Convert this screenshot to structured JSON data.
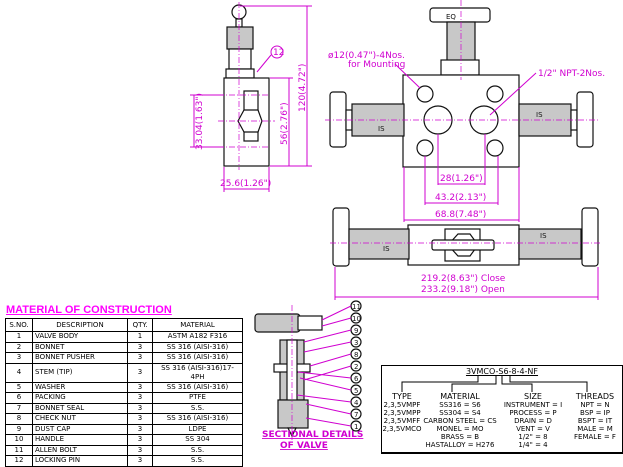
{
  "side_view": {
    "dim_height_total": "120(4.72\")",
    "dim_height_body": "56(2.76\")",
    "dim_port": "33.04(1.63\")",
    "dim_width": "25.6(1.26\")",
    "callout": "12"
  },
  "front_view": {
    "handle_label": "EQ",
    "mounting_note_1": "ø12(0.47\")-4Nos.",
    "mounting_note_2": "for Mounting",
    "npt_note": "1/2\" NPT-2Nos.",
    "is_left": "IS",
    "is_right": "IS",
    "dim_1": "28(1.26\")",
    "dim_2": "43.2(2.13\")",
    "dim_3": "68.8(7.48\")"
  },
  "bottom_view": {
    "is_left": "IS",
    "is_right": "IS",
    "dim_close": "219.2(8.63\")  Close",
    "dim_open": "233.2(9.18\")  Open"
  },
  "section": {
    "title_1": "SECTIONAL DETAILS",
    "title_2": "OF VALVE",
    "callouts": [
      "11",
      "10",
      "9",
      "3",
      "8",
      "2",
      "6",
      "5",
      "4",
      "7",
      "1"
    ]
  },
  "materials": {
    "title": "MATERIAL OF CONSTRUCTION",
    "headers": [
      "S.NO.",
      "DESCRIPTION",
      "QTY.",
      "MATERIAL"
    ],
    "rows": [
      [
        "1",
        "VALVE BODY",
        "1",
        "ASTM A182 F316"
      ],
      [
        "2",
        "BONNET",
        "3",
        "SS 316 (AISI-316)"
      ],
      [
        "3",
        "BONNET PUSHER",
        "3",
        "SS 316 (AISI-316)"
      ],
      [
        "4",
        "STEM (TIP)",
        "3",
        "SS 316 (AISI-316)17-4PH"
      ],
      [
        "5",
        "WASHER",
        "3",
        "SS 316 (AISI-316)"
      ],
      [
        "6",
        "PACKING",
        "3",
        "PTFE"
      ],
      [
        "7",
        "BONNET SEAL",
        "3",
        "S.S."
      ],
      [
        "8",
        "CHECK NUT",
        "3",
        "SS 316 (AISI-316)"
      ],
      [
        "9",
        "DUST CAP",
        "3",
        "LDPE"
      ],
      [
        "10",
        "HANDLE",
        "3",
        "SS 304"
      ],
      [
        "11",
        "ALLEN BOLT",
        "3",
        "S.S."
      ],
      [
        "12",
        "LOCKING PIN",
        "3",
        "S.S."
      ]
    ]
  },
  "ordering_code": {
    "code": "3VMCO-S6-8-4-NF",
    "type": {
      "title": "TYPE",
      "lines": [
        "2,3,5VMPF",
        "2,3,5VMPP",
        "2,3,5VMFF",
        "2,3,5VMCO"
      ]
    },
    "material": {
      "title": "MATERIAL",
      "lines": [
        "SS316 = S6",
        "SS304 = S4",
        "CARBON STEEL = CS",
        "MONEL = MO",
        "BRASS = B",
        "HASTALLOY = H276"
      ]
    },
    "size": {
      "title": "SIZE",
      "lines": [
        "INSTRUMENT = I",
        "PROCESS = P",
        "DRAIN = D",
        "VENT = V",
        "1/2\" = 8",
        "1/4\" = 4"
      ]
    },
    "threads": {
      "title": "THREADS",
      "lines": [
        "NPT = N",
        "BSP = IP",
        "BSPT = IT",
        "MALE = M",
        "FEMALE = F"
      ]
    }
  }
}
